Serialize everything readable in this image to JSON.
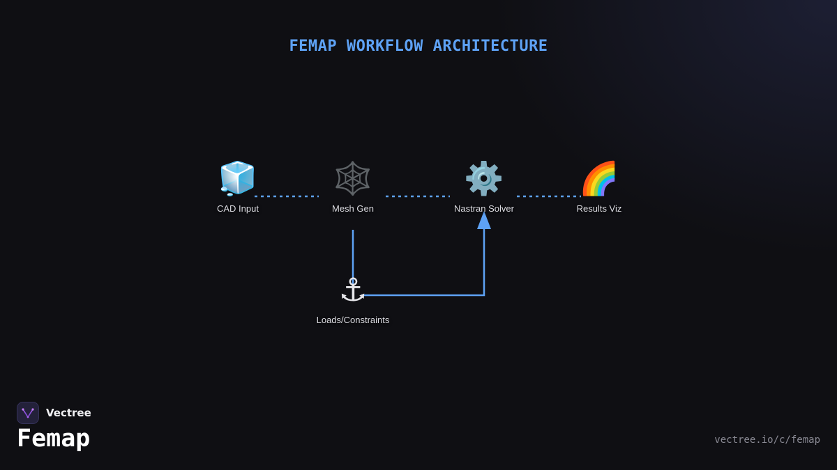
{
  "title": "FEMAP WORKFLOW ARCHITECTURE",
  "colors": {
    "accent": "#5ea2f5",
    "background": "#0f0f13",
    "label": "#dcdce2"
  },
  "nodes": [
    {
      "id": "cad",
      "icon": "🧊",
      "icon_name": "ice-cube-icon",
      "label": "CAD Input"
    },
    {
      "id": "mesh",
      "icon": "🕸️",
      "icon_name": "spider-web-icon",
      "label": "Mesh Gen"
    },
    {
      "id": "solver",
      "icon": "⚙️",
      "icon_name": "gear-icon",
      "label": "Nastran Solver"
    },
    {
      "id": "results",
      "icon": "🌈",
      "icon_name": "rainbow-icon",
      "label": "Results Viz"
    },
    {
      "id": "loads",
      "icon": "⚓",
      "icon_name": "anchor-icon",
      "label": "Loads/Constraints"
    }
  ],
  "edges": [
    {
      "from": "cad",
      "to": "mesh",
      "style": "dashed"
    },
    {
      "from": "mesh",
      "to": "solver",
      "style": "dashed"
    },
    {
      "from": "solver",
      "to": "results",
      "style": "dashed"
    },
    {
      "from": "mesh",
      "to": "loads",
      "style": "solid"
    },
    {
      "from": "loads",
      "to": "solver",
      "style": "solid-arrow"
    }
  ],
  "brand": {
    "name": "Vectree",
    "logo_icon": "vectree-logo-icon",
    "product": "Femap",
    "url": "vectree.io/c/femap"
  }
}
